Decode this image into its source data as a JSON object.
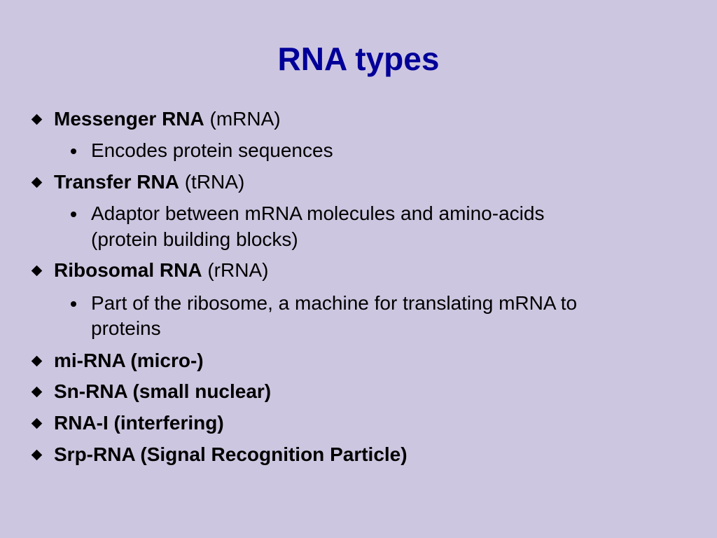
{
  "slide": {
    "title": "RNA types",
    "items": [
      {
        "level": 1,
        "bold": "Messenger RNA",
        "rest": " (mRNA)"
      },
      {
        "level": 2,
        "lines": [
          "Encodes protein sequences"
        ]
      },
      {
        "level": 1,
        "bold": "Transfer RNA",
        "rest": " (tRNA)"
      },
      {
        "level": 2,
        "lines": [
          "Adaptor between mRNA molecules and amino-acids",
          "(protein building blocks)"
        ]
      },
      {
        "level": 1,
        "bold": "Ribosomal RNA",
        "rest": " (rRNA)"
      },
      {
        "level": 2,
        "lines": [
          "Part of the ribosome, a machine for translating mRNA to",
          "proteins"
        ]
      },
      {
        "level": 1,
        "bold": "mi-RNA (micro-)",
        "rest": ""
      },
      {
        "level": 1,
        "bold": "Sn-RNA (small nuclear)",
        "rest": ""
      },
      {
        "level": 1,
        "bold": "RNA-I (interfering)",
        "rest": ""
      },
      {
        "level": 1,
        "bold": "Srp-RNA (Signal Recognition Particle)",
        "rest": ""
      }
    ]
  },
  "colors": {
    "background": "#cdc6e0",
    "title": "#000099",
    "text": "#000000"
  }
}
